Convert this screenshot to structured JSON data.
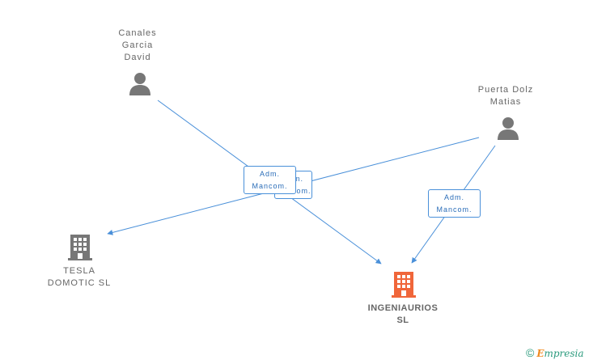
{
  "persons": [
    {
      "name": "Canales\nGarcia\nDavid"
    },
    {
      "name": "Puerta Dolz\nMatias"
    }
  ],
  "companies": [
    {
      "name": "TESLA\nDOMOTIC  SL"
    },
    {
      "name": "INGENIAURIOS\nSL"
    }
  ],
  "relations": [
    {
      "label": "Adm.\nMancom."
    },
    {
      "label": "Adm.\nMancom."
    },
    {
      "label": "Adm.\nMancom."
    }
  ],
  "colors": {
    "edge": "#4a90d9",
    "person_icon": "#777777",
    "company_icon": "#777777",
    "main_company_icon": "#f0663a"
  },
  "footer": {
    "copyright_symbol": "©",
    "brand_first": "E",
    "brand_rest": "mpresia"
  }
}
